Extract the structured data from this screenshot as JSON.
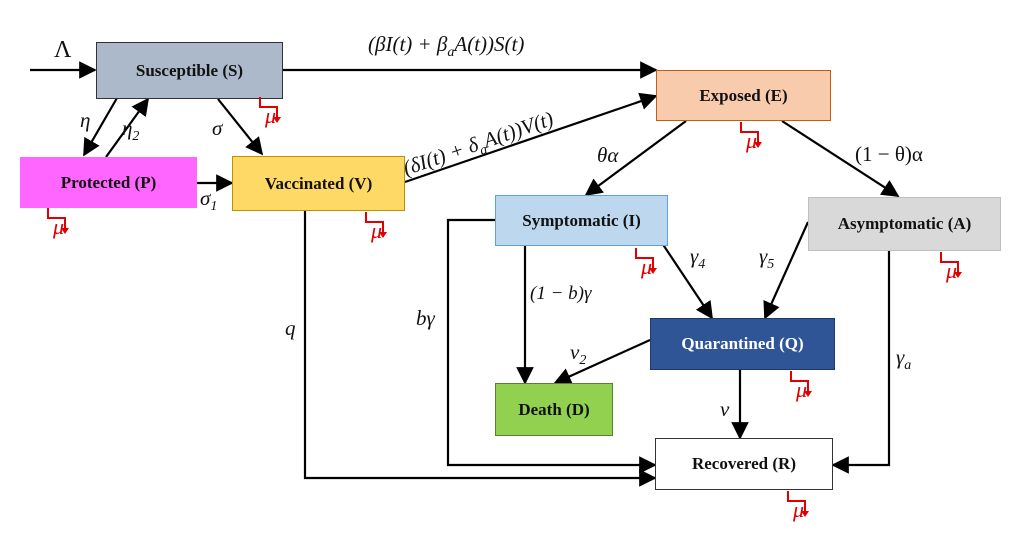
{
  "compartments": {
    "susceptible": "Susceptible (S)",
    "exposed": "Exposed (E)",
    "protected": "Protected (P)",
    "vaccinated": "Vaccinated (V)",
    "symptomatic": "Symptomatic (I)",
    "asymptomatic": "Asymptomatic (A)",
    "quarantined": "Quarantined (Q)",
    "death": "Death (D)",
    "recovered": "Recovered (R)"
  },
  "rates": {
    "recruitment": "Λ",
    "eta": "η",
    "eta2_base": "η",
    "eta2_sub": "2",
    "sigma": "σ",
    "sigma1_base": "σ",
    "sigma1_sub": "1",
    "theta_alpha": "θα",
    "one_minus_theta_alpha": "(1 − θ)α",
    "gamma4_base": "γ",
    "gamma4_sub": "4",
    "gamma5_base": "γ",
    "gamma5_sub": "5",
    "one_minus_b_gamma": "(1 − b)γ",
    "b_gamma": "bγ",
    "q": "q",
    "nu2_base": "ν",
    "nu2_sub": "2",
    "nu": "ν",
    "gamma_a_base": "γ",
    "gamma_a_sub": "a",
    "force_s": "(βI(t) + β",
    "force_s_sub": "a",
    "force_s_end": "A(t))S(t)",
    "force_v": "(δI(t) + δ",
    "force_v_sub": "a",
    "force_v_end": "A(t))V(t)",
    "mu": "μ"
  },
  "colors": {
    "susceptible": "#acb9ca",
    "exposed": "#f8cbad",
    "protected": "#ff66ff",
    "vaccinated": "#ffd966",
    "symptomatic": "#bdd7ee",
    "asymptomatic": "#d9d9d9",
    "quarantined": "#2f5597",
    "death": "#92d050",
    "recovered": "#ffffff",
    "death_rate": "#e00000"
  }
}
